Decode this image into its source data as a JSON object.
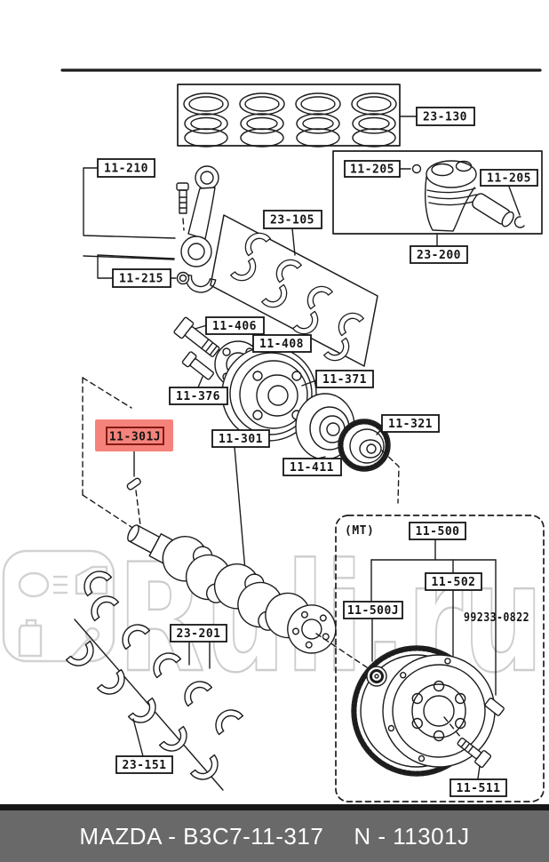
{
  "diagram": {
    "labels": [
      {
        "text": "23-130"
      },
      {
        "text": "11-205"
      },
      {
        "text": "11-205"
      },
      {
        "text": "23-200"
      },
      {
        "text": "11-210"
      },
      {
        "text": "23-105"
      },
      {
        "text": "11-215"
      },
      {
        "text": "11-406"
      },
      {
        "text": "11-408"
      },
      {
        "text": "11-376"
      },
      {
        "text": "11-371"
      },
      {
        "text": "11-321"
      },
      {
        "text": "11-411"
      },
      {
        "text": "11-301J",
        "highlighted": true
      },
      {
        "text": "11-301"
      },
      {
        "text": "23-201"
      },
      {
        "text": "23-151"
      },
      {
        "text": "11-500"
      },
      {
        "text": "11-502"
      },
      {
        "text": "11-500J"
      },
      {
        "text": "11-511"
      }
    ],
    "annotations": {
      "mt": "(MT)",
      "stamp": "99233-0822"
    }
  },
  "watermark": {
    "text": "Ruli.ru"
  },
  "footer": {
    "left": "MAZDA - B3C7-11-317",
    "right": "N - 11301J"
  },
  "colors": {
    "highlight_bg": "#f5837b",
    "highlight_fg": "#7e1410",
    "footer_bg": "#696969",
    "footer_fg": "#ffffff",
    "watermark": "#d2d2d2",
    "line": "#1c1c1c"
  }
}
